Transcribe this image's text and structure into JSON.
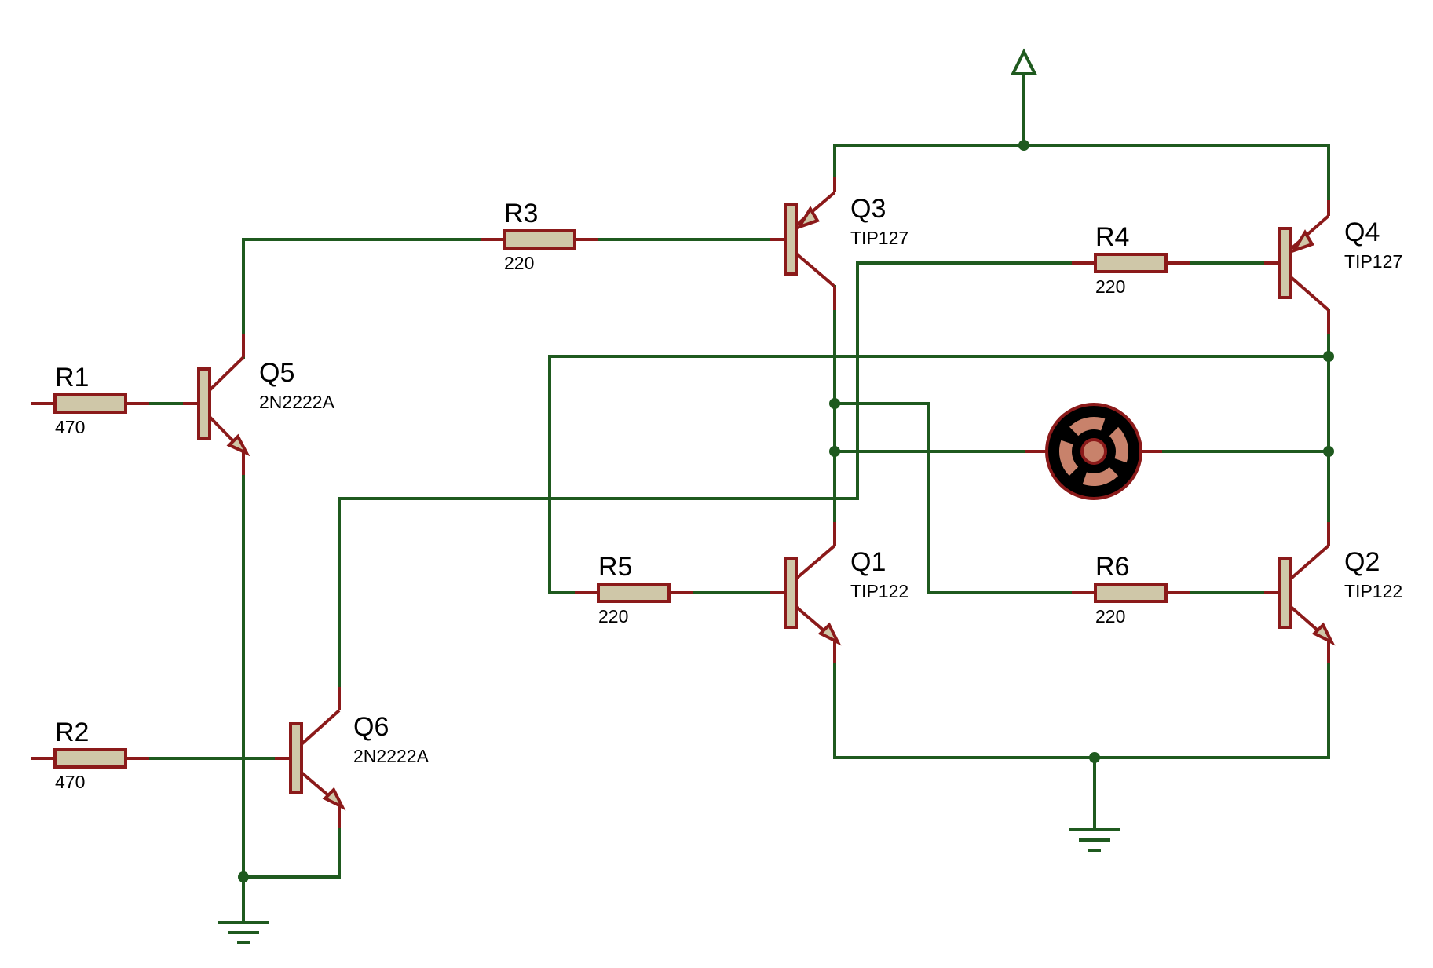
{
  "components": {
    "R1": {
      "ref": "R1",
      "value": "470"
    },
    "R2": {
      "ref": "R2",
      "value": "470"
    },
    "R3": {
      "ref": "R3",
      "value": "220"
    },
    "R4": {
      "ref": "R4",
      "value": "220"
    },
    "R5": {
      "ref": "R5",
      "value": "220"
    },
    "R6": {
      "ref": "R6",
      "value": "220"
    },
    "Q1": {
      "ref": "Q1",
      "value": "TIP122"
    },
    "Q2": {
      "ref": "Q2",
      "value": "TIP122"
    },
    "Q3": {
      "ref": "Q3",
      "value": "TIP127"
    },
    "Q4": {
      "ref": "Q4",
      "value": "TIP127"
    },
    "Q5": {
      "ref": "Q5",
      "value": "2N2222A"
    },
    "Q6": {
      "ref": "Q6",
      "value": "2N2222A"
    }
  },
  "colors": {
    "wire": "#1f5a1f",
    "component": "#8b1a1a",
    "body_fill": "#cfc7a8",
    "motor_copper": "#c8826b",
    "motor_body": "#000000"
  },
  "icons": [
    "power-arrow-icon",
    "ground-icon",
    "motor-icon"
  ]
}
